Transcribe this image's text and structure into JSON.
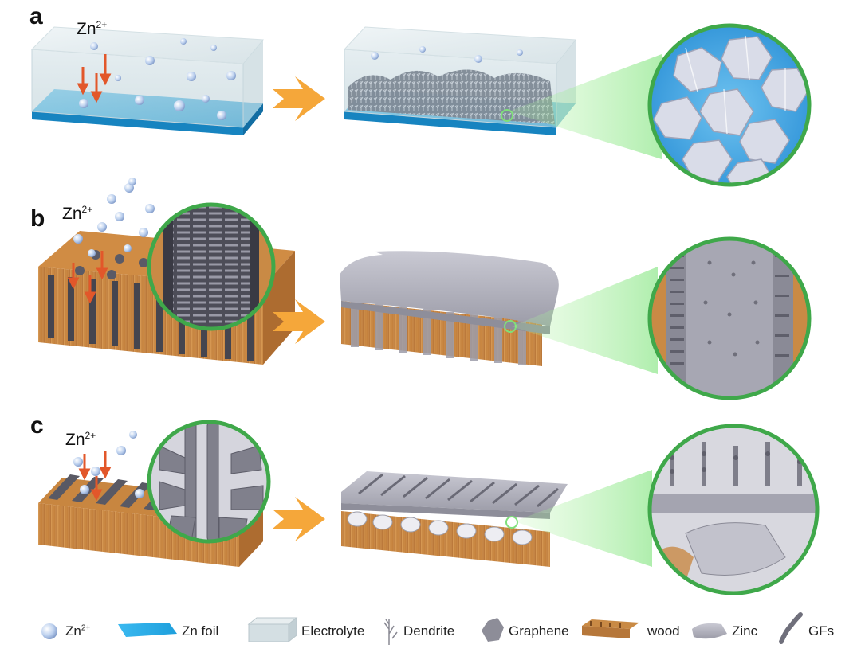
{
  "panels": [
    {
      "letter": "a",
      "ion_label": {
        "base": "Zn",
        "charge": "2+"
      }
    },
    {
      "letter": "b",
      "ion_label": {
        "base": "Zn",
        "charge": "2+"
      }
    },
    {
      "letter": "c",
      "ion_label": {
        "base": "Zn",
        "charge": "2+"
      }
    }
  ],
  "legend": [
    {
      "label": "Zn",
      "charge": "2+",
      "icon": "zn-ion-sphere-icon"
    },
    {
      "label": "Zn foil",
      "icon": "zn-foil-icon"
    },
    {
      "label": "Electrolyte",
      "icon": "electrolyte-block-icon"
    },
    {
      "label": "Dendrite",
      "icon": "dendrite-icon"
    },
    {
      "label": "Graphene",
      "icon": "graphene-hexagon-icon"
    },
    {
      "label": "wood",
      "icon": "wood-channel-icon"
    },
    {
      "label": "Zinc",
      "icon": "zinc-layer-icon"
    },
    {
      "label": "GFs",
      "icon": "graphene-fiber-icon"
    }
  ],
  "colors": {
    "arrow": "#f5a73a",
    "ion_arrow": "#e2572a",
    "zoom_ring": "#3fa84a",
    "zoom_beam": "#7fe07a",
    "foil": "#2fb0ea",
    "wood": "#c98a45",
    "zinc": "#a9a9b6",
    "graphene": "#8d8d98"
  }
}
